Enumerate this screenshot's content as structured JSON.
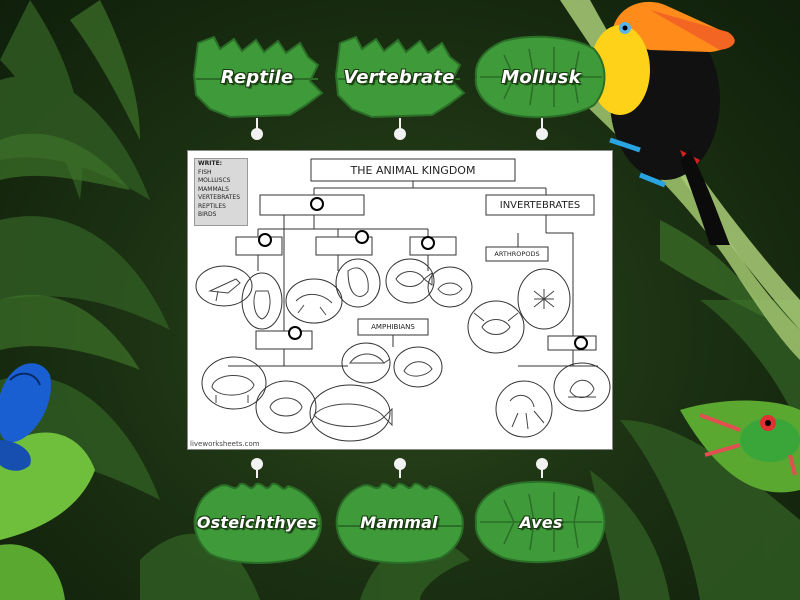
{
  "labels_top": [
    "Reptile",
    "Vertebrate",
    "Mollusk"
  ],
  "labels_bottom": [
    "Osteichthyes",
    "Mammal",
    "Aves"
  ],
  "worksheet": {
    "title": "THE ANIMAL KINGDOM",
    "write_header": "WRITE:",
    "write_items": [
      "FISH",
      "MOLLUSCS",
      "MAMMALS",
      "VERTEBRATES",
      "REPTILES",
      "BIRDS"
    ],
    "invertebrates": "INVERTEBRATES",
    "arthropods": "ARTHROPODS",
    "amphibians": "AMPHIBIANS",
    "credit": "liveworksheets.com"
  },
  "colors": {
    "leaf_fill": "#3f9a3a",
    "leaf_dark": "#2a6e27",
    "label_text": "#ffffff",
    "background": "#1d3313"
  },
  "icons": [
    "toucan-icon",
    "butterfly-icon",
    "frog-icon",
    "bird-icon",
    "penguin-icon",
    "lizard-icon",
    "fish-icon",
    "elephant-icon",
    "whale-icon",
    "turtle-icon",
    "crab-icon",
    "spider-icon",
    "octopus-icon",
    "snail-icon"
  ]
}
